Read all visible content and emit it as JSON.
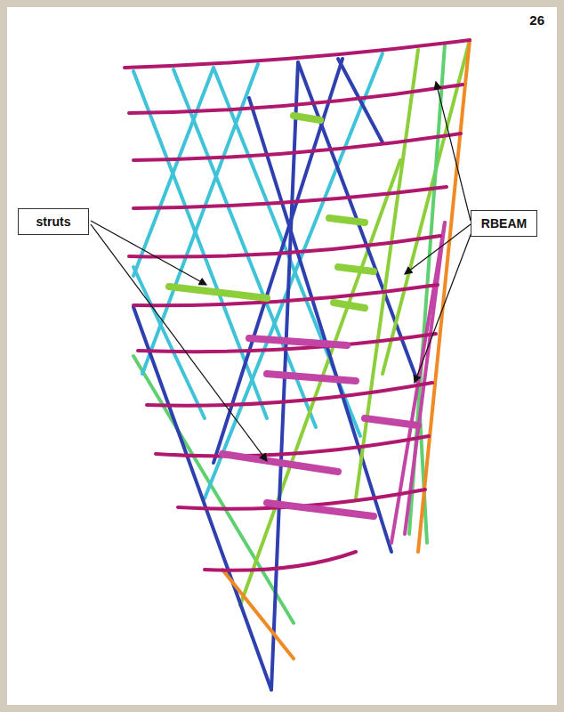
{
  "diagram": {
    "nodes": [
      {
        "text": [
          "struts"
        ]
      },
      {
        "text": [
          "RBEAM"
        ]
      }
    ],
    "labels": [
      "26"
    ]
  }
}
